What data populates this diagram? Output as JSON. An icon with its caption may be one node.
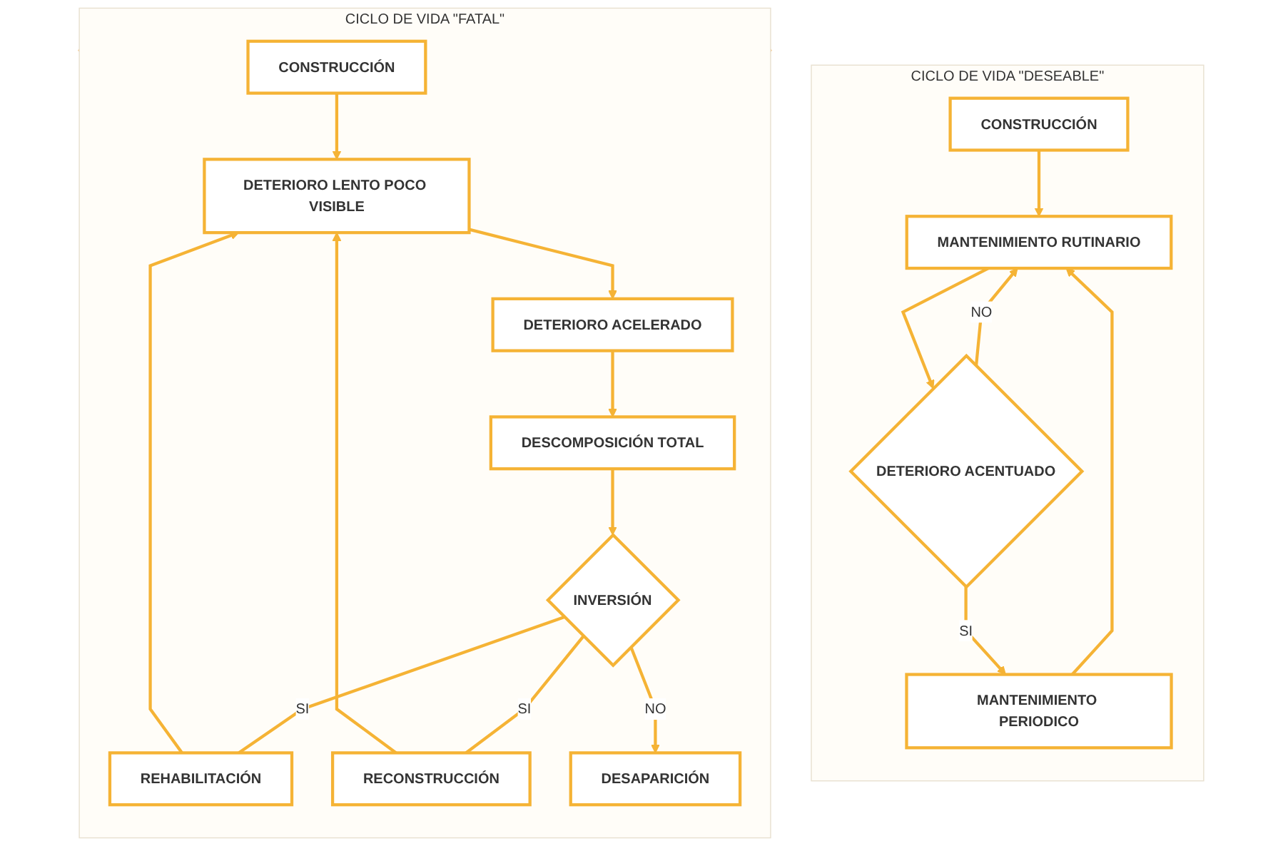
{
  "diagram": {
    "nodes": [
      {
        "text": [
          "CICLO DE VIDA \"FATAL\""
        ]
      },
      {
        "text": [
          "CONSTRUCCIÓN"
        ],
        "in": 0
      },
      {
        "text": [
          "DETERIORO LENTO POCO VISIBLE"
        ],
        "in": 0
      },
      {
        "text": [
          "DETERIORO ACELERADO"
        ],
        "in": 0
      },
      {
        "text": [
          "DESCOMPOSICIÓN TOTAL"
        ],
        "in": 0
      },
      {
        "text": [
          "REHABILITACIÓN"
        ],
        "in": 0
      },
      {
        "text": [
          "INVERSIÓN"
        ],
        "in": 0
      },
      {
        "text": [
          "RECONSTRUCCIÓN"
        ],
        "in": 0
      },
      {
        "text": [
          "DESAPARICIÓN"
        ],
        "in": 0
      },
      {
        "text": [
          "CICLO DE VIDA \"DESEABLE\""
        ]
      },
      {
        "text": [
          "CONSTRUCCIÓN"
        ],
        "in": 9
      },
      {
        "text": [
          "MANTENIMIENTO RUTINARIO"
        ],
        "in": 9
      },
      {
        "text": [
          "DETERIORO ACENTUADO"
        ],
        "in": 9
      },
      {
        "text": [
          "MANTENIMIENTO PERIODICO"
        ],
        "in": 9
      }
    ],
    "edges": [
      {
        "from": 1,
        "to": 2,
        "arrow": "to"
      },
      {
        "from": 2,
        "to": 3,
        "arrow": "to"
      },
      {
        "from": 3,
        "to": 4,
        "arrow": "to"
      },
      {
        "from": 4,
        "to": 6,
        "arrow": "to"
      },
      {
        "from": 6,
        "to": 5,
        "label": "SI",
        "arrow": "none"
      },
      {
        "from": 5,
        "to": 2,
        "arrow": "to"
      },
      {
        "from": 6,
        "to": 7,
        "label": "SI",
        "arrow": "none"
      },
      {
        "from": 7,
        "to": 2,
        "arrow": "to"
      },
      {
        "from": 6,
        "to": 8,
        "label": "NO",
        "arrow": "to"
      },
      {
        "from": 10,
        "to": 11,
        "arrow": "to"
      },
      {
        "from": 11,
        "to": 12,
        "arrow": "to"
      },
      {
        "from": 12,
        "to": 11,
        "label": "NO",
        "arrow": "to"
      },
      {
        "from": 12,
        "to": 13,
        "label": "SI",
        "arrow": "to"
      },
      {
        "from": 13,
        "to": 11,
        "arrow": "to"
      }
    ]
  }
}
